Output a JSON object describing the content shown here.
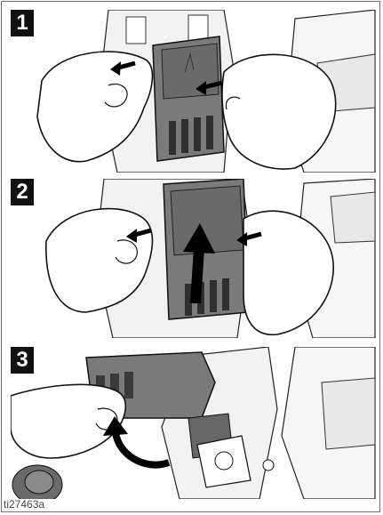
{
  "steps": [
    {
      "number": "1"
    },
    {
      "number": "2"
    },
    {
      "number": "3"
    }
  ],
  "figure_id": "ti27463a",
  "colors": {
    "part_gray": "#7a7a7a",
    "part_dark": "#3a3a3a",
    "outline": "#111111",
    "background": "#ffffff"
  }
}
